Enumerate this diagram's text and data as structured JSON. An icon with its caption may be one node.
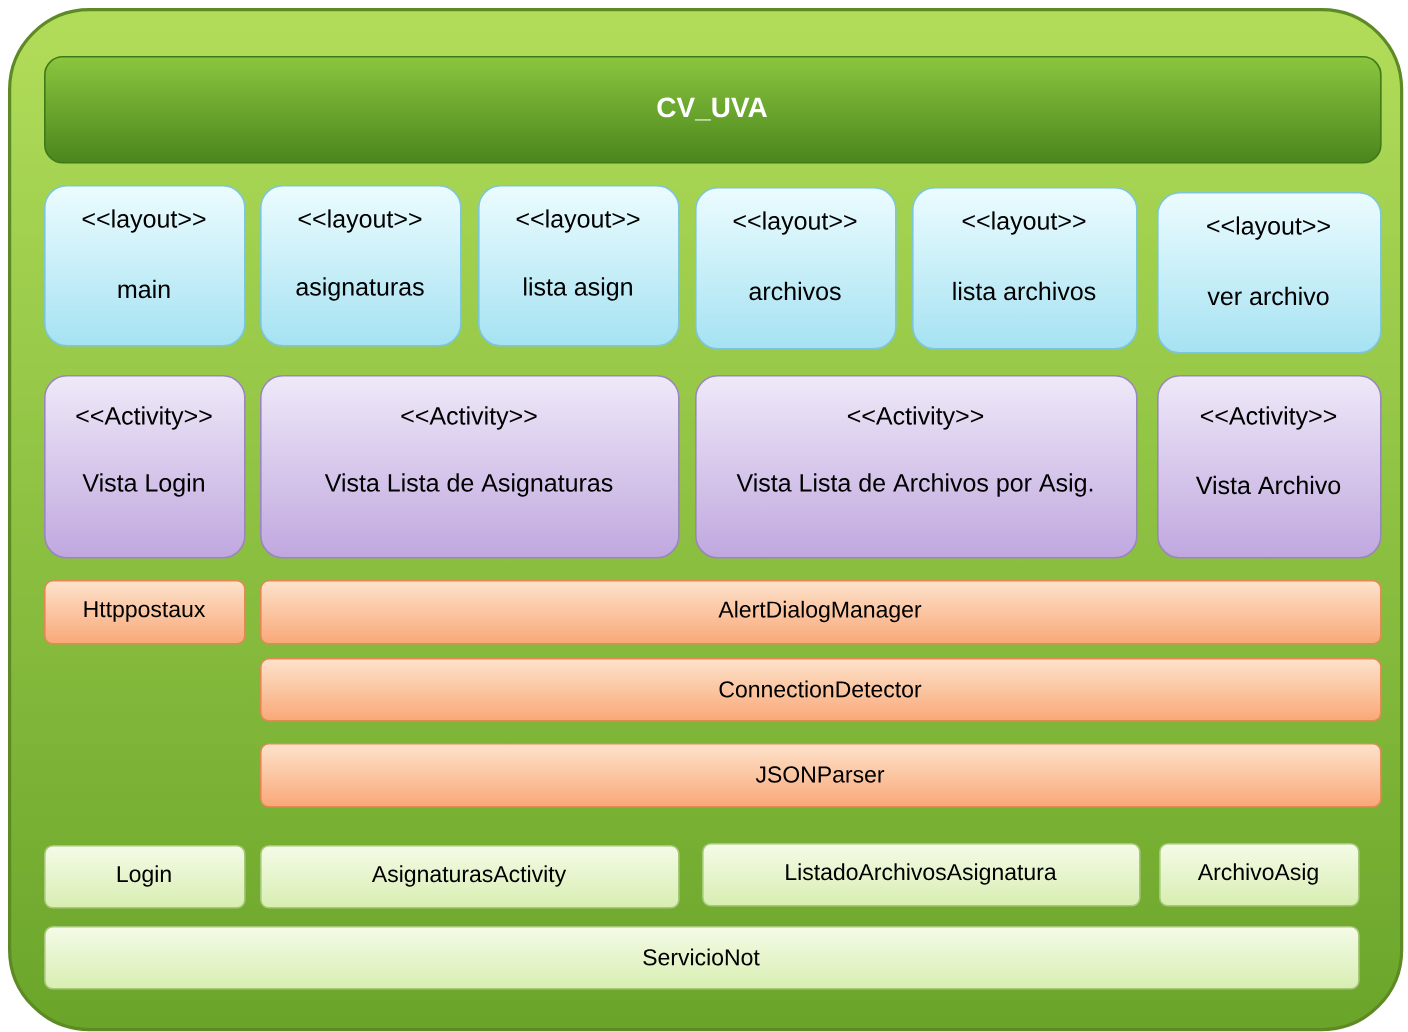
{
  "diagram": {
    "nodes": [
      {
        "text": [],
        "shape": "box"
      },
      {
        "text": [
          "CV_UVA"
        ],
        "in": 0
      },
      {
        "text": [
          "<<layout>>",
          "main"
        ],
        "in": 0
      },
      {
        "text": [
          "<<layout>>",
          "asignaturas"
        ],
        "in": 0
      },
      {
        "text": [
          "<<layout>>",
          "lista asign"
        ],
        "in": 0
      },
      {
        "text": [
          "<<layout>>",
          "archivos"
        ],
        "in": 0
      },
      {
        "text": [
          "<<layout>>",
          "lista archivos"
        ],
        "in": 0
      },
      {
        "text": [
          "<<layout>>",
          "ver archivo"
        ],
        "in": 0
      },
      {
        "text": [
          "<<Activity>>",
          "Vista Login"
        ],
        "in": 0
      },
      {
        "text": [
          "<<Activity>>",
          "Vista Lista de Asignaturas"
        ],
        "in": 0
      },
      {
        "text": [
          "<<Activity>>",
          "Vista Lista de Archivos por Asig."
        ],
        "in": 0
      },
      {
        "text": [
          "<<Activity>>",
          "Vista Archivo"
        ],
        "in": 0
      },
      {
        "text": [
          "Httppostaux"
        ],
        "in": 0
      },
      {
        "text": [
          "AlertDialogManager"
        ],
        "in": 0
      },
      {
        "text": [
          "ConnectionDetector"
        ],
        "in": 0
      },
      {
        "text": [
          "JSONParser"
        ],
        "in": 0
      },
      {
        "text": [
          "Login"
        ],
        "in": 0
      },
      {
        "text": [
          "AsignaturasActivity"
        ],
        "in": 0
      },
      {
        "text": [
          "ListadoArchivosAsignatura"
        ],
        "in": 0
      },
      {
        "text": [
          "ArchivoAsig"
        ],
        "in": 0
      },
      {
        "text": [
          "ServicioNot"
        ],
        "in": 0
      }
    ]
  }
}
